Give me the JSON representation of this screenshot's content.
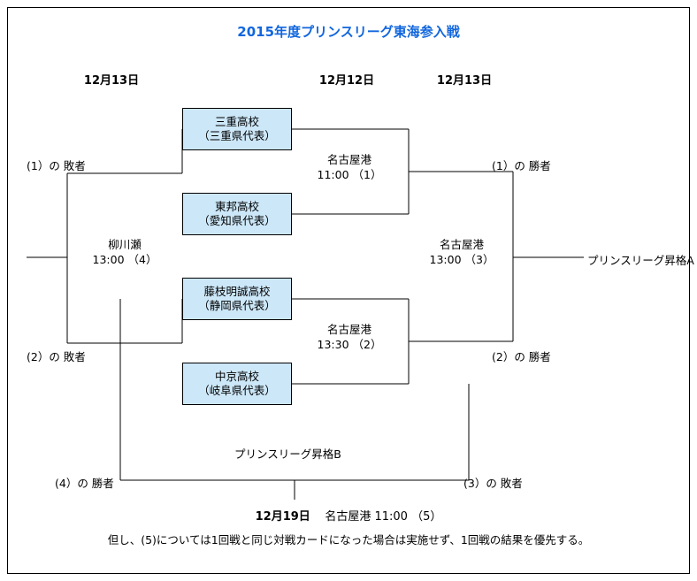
{
  "title": "2015年度プリンスリーグ東海参入戦",
  "colors": {
    "title": "#1166dd",
    "box_fill": "#cce7f8",
    "line": "#000000",
    "border": "#000000"
  },
  "date_headers": [
    {
      "label": "12月13日"
    },
    {
      "label": "12月12日"
    },
    {
      "label": "12月13日"
    }
  ],
  "teams": [
    {
      "name": "三重高校",
      "qualifier": "（三重県代表）"
    },
    {
      "name": "東邦高校",
      "qualifier": "（愛知県代表）"
    },
    {
      "name": "藤枝明誠高校",
      "qualifier": "（静岡県代表）"
    },
    {
      "name": "中京高校",
      "qualifier": "（岐阜県代表）"
    }
  ],
  "matches": [
    {
      "no": "1",
      "venue": "名古屋港",
      "time": "11:00",
      "caption": "11:00 （1）"
    },
    {
      "no": "2",
      "venue": "名古屋港",
      "time": "13:30",
      "caption": "13:30 （2）"
    },
    {
      "no": "3",
      "venue": "名古屋港",
      "time": "13:00",
      "caption": "13:00 （3）"
    },
    {
      "no": "4",
      "venue": "柳川瀬",
      "time": "13:00",
      "caption": "13:00 （4）"
    }
  ],
  "feeders": {
    "loser_1": "(1）の 敗者",
    "loser_2": "(2）の 敗者",
    "winner_1": "(1）の 勝者",
    "winner_2": "(2）の 勝者",
    "winner_4": "(4）の 勝者",
    "loser_3": "(3）の 敗者"
  },
  "outcomes": {
    "promotion_a": "プリンスリーグ昇格A",
    "promotion_b": "プリンスリーグ昇格B"
  },
  "footer": {
    "match5_date": "12月19日",
    "match5_detail": "名古屋港 11:00 （5）",
    "note": "但し、(5)については1回戦と同じ対戦カードになった場合は実施せず、1回戦の結果を優先する。"
  }
}
